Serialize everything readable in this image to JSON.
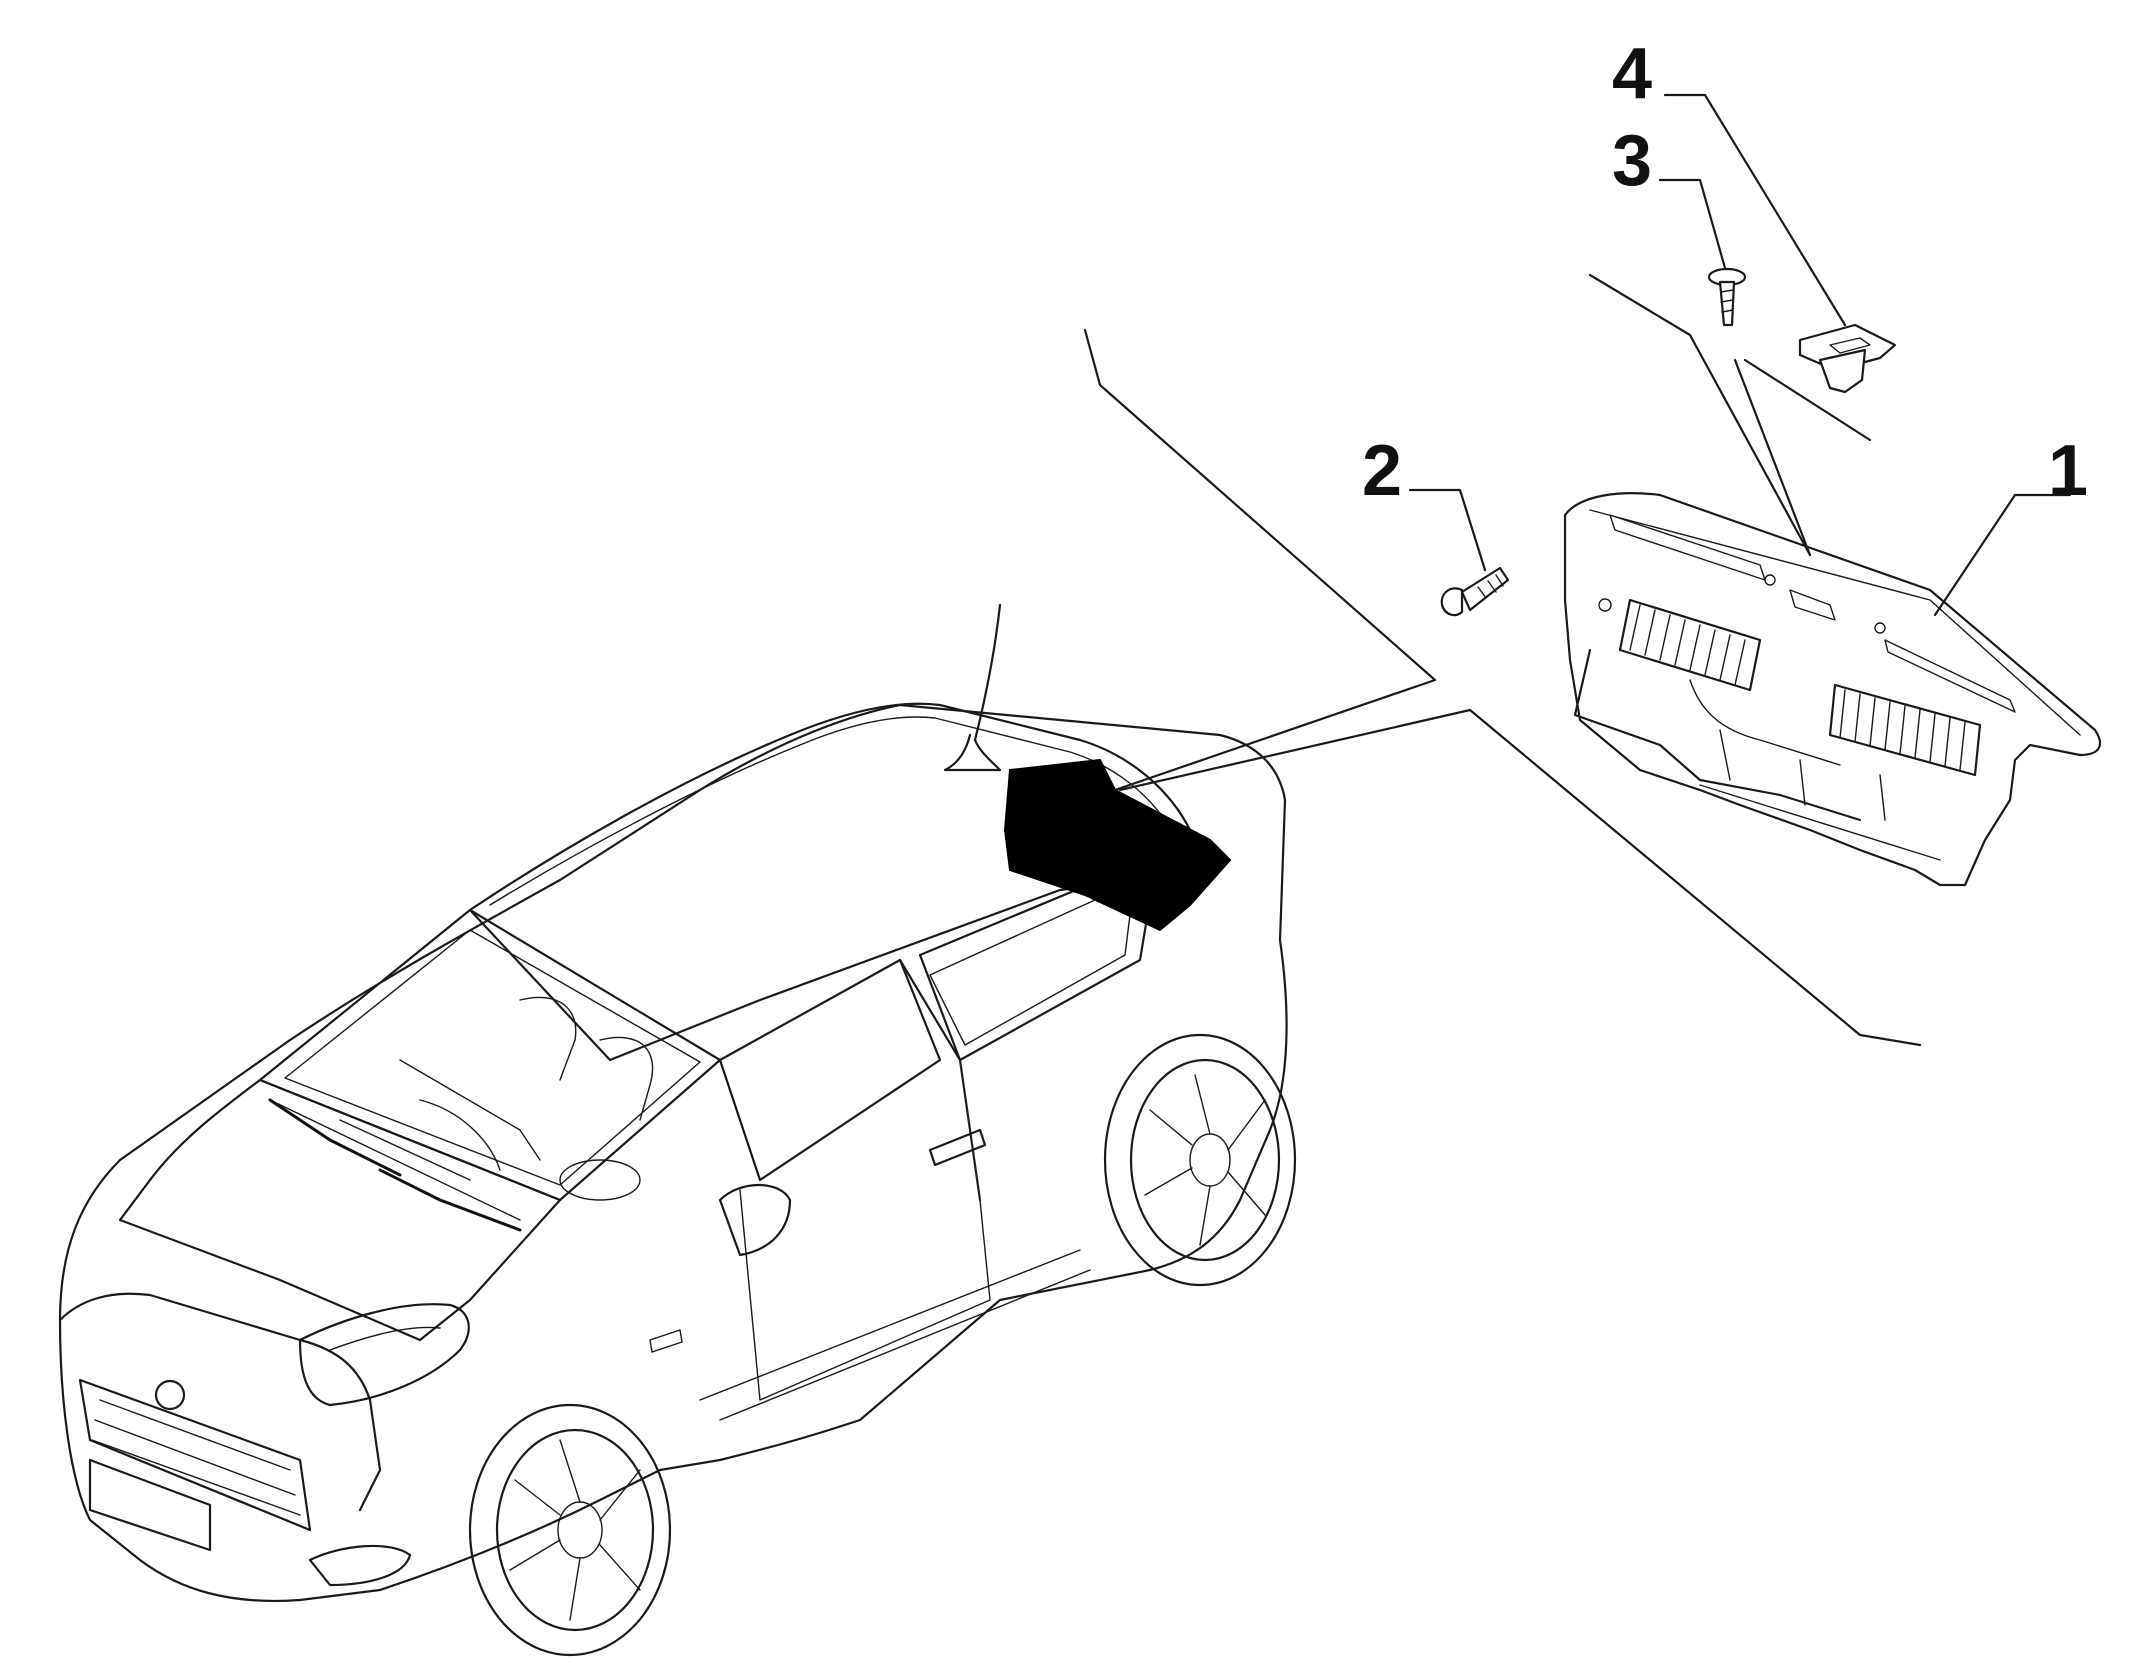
{
  "callouts": {
    "part_1": "1",
    "part_2": "2",
    "part_3": "3",
    "part_4": "4"
  },
  "colors": {
    "line": "#1a1a1a",
    "highlight": "#000000",
    "background": "#ffffff"
  }
}
